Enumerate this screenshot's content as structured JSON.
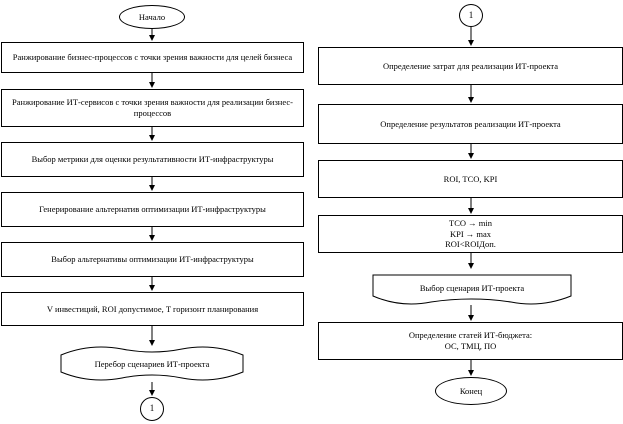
{
  "left": {
    "start": "Начало",
    "s1": "Ранжирование бизнес-процессов с точки зрения важности для целей бизнеса",
    "s2": "Ранжирование ИТ-сервисов с точки зрения важности для реализации бизнес-процессов",
    "s3": "Выбор метрики для оценки результативности ИТ-инфраструктуры",
    "s4": "Генерирование альтернатив оптимизации ИТ-инфраструктуры",
    "s5": "Выбор альтернативы оптимизации ИТ-инфраструктуры",
    "s6": "V инвестиций, ROI допустимое, T горизонт планирования",
    "s7": "Перебор сценариев ИТ-проекта",
    "connector": "1"
  },
  "right": {
    "connector": "1",
    "r1": "Определение затрат для реализации ИТ-проекта",
    "r2": "Определение результатов реализации ИТ-проекта",
    "r3": "ROI, TCO, KPI",
    "r4": [
      "TCO → min",
      "KPI → max",
      "ROI<ROIДоп."
    ],
    "r5": "Выбор сценария ИТ-проекта",
    "r6": [
      "Определение статей ИТ-бюджета:",
      "ОС, ТМЦ, ПО"
    ],
    "end": "Конец"
  }
}
